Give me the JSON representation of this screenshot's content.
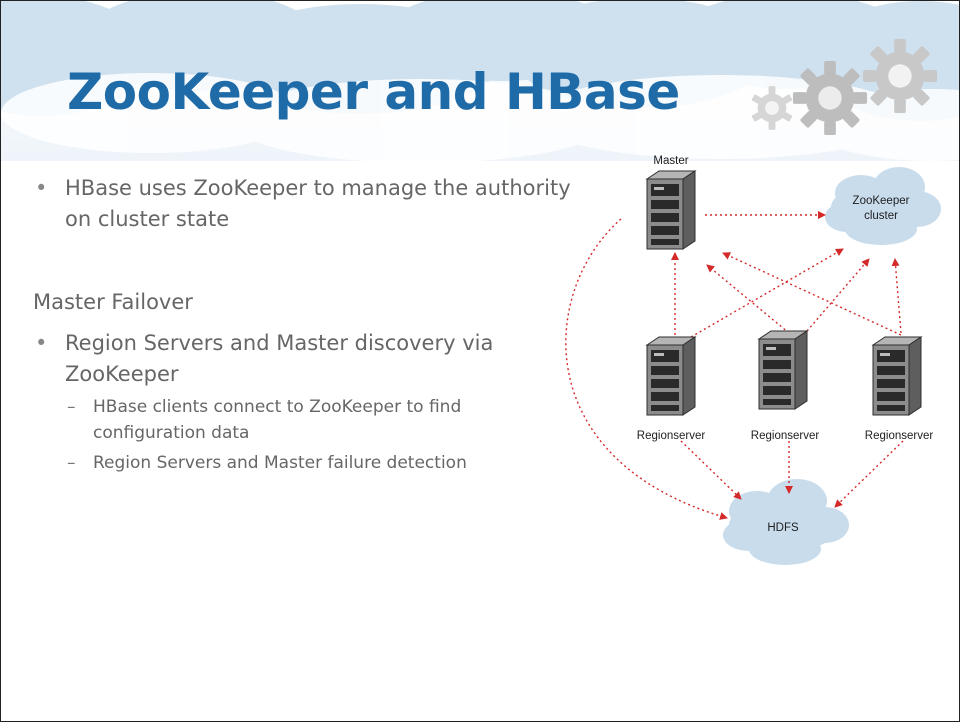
{
  "slide": {
    "title": "ZooKeeper and HBase",
    "bullet1": "HBase uses ZooKeeper to manage the authority on cluster state",
    "section_heading": "Master Failover",
    "bullet2": "Region Servers and Master discovery via ZooKeeper",
    "sub_bullets": [
      "HBase clients connect to ZooKeeper to find configuration data",
      "Region Servers and Master failure detection"
    ]
  },
  "diagram": {
    "master_label": "Master",
    "zookeeper_label_line1": "ZooKeeper",
    "zookeeper_label_line2": "cluster",
    "regionserver_labels": [
      "Regionserver",
      "Regionserver",
      "Regionserver"
    ],
    "hdfs_label": "HDFS",
    "arrow_color": "#d42a2a",
    "cloud_color": "#c9dcec"
  },
  "icons": [
    "cloud-banner",
    "gear-icon",
    "server-icon"
  ]
}
